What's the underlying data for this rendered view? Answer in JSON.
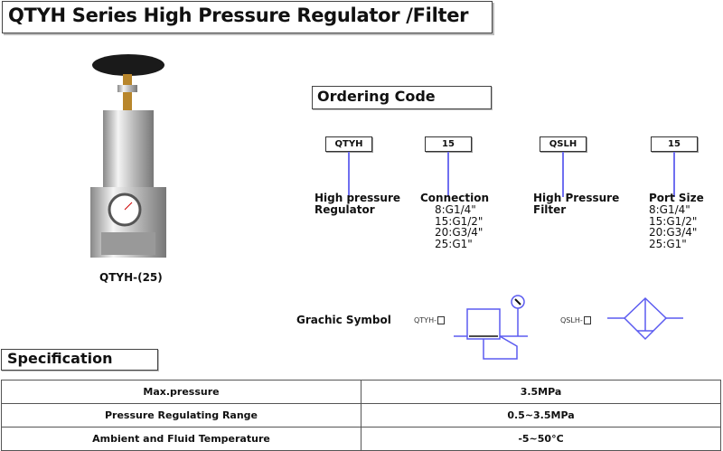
{
  "title": "QTYH Series High Pressure Regulator /Filter",
  "product": {
    "caption": "QTYH-(25)"
  },
  "ordering": {
    "heading": "Ordering Code",
    "codes": [
      {
        "code": "QTYH",
        "label": [
          "High pressure",
          "Regulator"
        ],
        "options": []
      },
      {
        "code": "15",
        "label": [
          "Connection"
        ],
        "options": [
          "8:G1/4\"",
          "15:G1/2\"",
          "20:G3/4\"",
          "25:G1\""
        ]
      },
      {
        "code": "QSLH",
        "label": [
          "High Pressure",
          "Filter"
        ],
        "options": []
      },
      {
        "code": "15",
        "label": [
          "Port Size"
        ],
        "options": [
          "8:G1/4\"",
          "15:G1/2\"",
          "20:G3/4\"",
          "25:G1\""
        ]
      }
    ]
  },
  "symbols": {
    "heading": "Grachic Symbol",
    "regulator_label": "QTYH-",
    "filter_label": "QSLH-",
    "line_color": "#5b5bf0"
  },
  "specification": {
    "heading": "Specification",
    "rows": [
      {
        "name": "Max.pressure",
        "value": "3.5MPa"
      },
      {
        "name": "Pressure Regulating Range",
        "value": "0.5~3.5MPa"
      },
      {
        "name": "Ambient and Fluid Temperature",
        "value": "-5~50°C"
      }
    ]
  }
}
